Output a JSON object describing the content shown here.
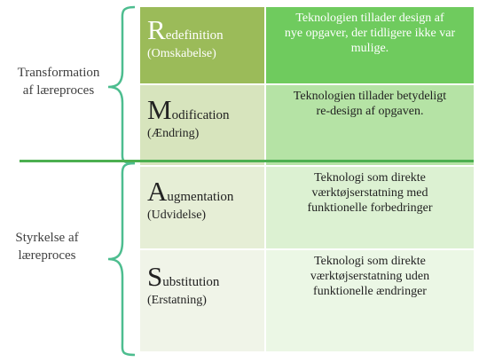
{
  "side_labels": {
    "upper": [
      "Transformation",
      "af læreproces"
    ],
    "lower": [
      "Styrkelse af",
      "læreproces"
    ]
  },
  "rows": [
    {
      "initial": "R",
      "rest": "edefinition",
      "translation": "(Omskabelse)",
      "description": [
        "Teknologien tillader design af",
        "nye opgaver, der tidligere ikke var",
        "mulige."
      ]
    },
    {
      "initial": "M",
      "rest": "odification",
      "translation": "(Ændring)",
      "description": [
        "Teknologien tillader betydeligt",
        "re-design af opgaven."
      ]
    },
    {
      "initial": "A",
      "rest": "ugmentation",
      "translation": "(Udvidelse)",
      "description": [
        "Teknologi som direkte",
        "værktøjserstatning  med",
        "funktionelle forbedringer"
      ]
    },
    {
      "initial": "S",
      "rest": "ubstitution",
      "translation": "(Erstatning)",
      "description": [
        "Teknologi som direkte",
        "værktøjserstatning uden",
        "funktionelle ændringer"
      ]
    }
  ],
  "colors": {
    "brace": "#4dbd8f",
    "divider": "#4caf50"
  }
}
